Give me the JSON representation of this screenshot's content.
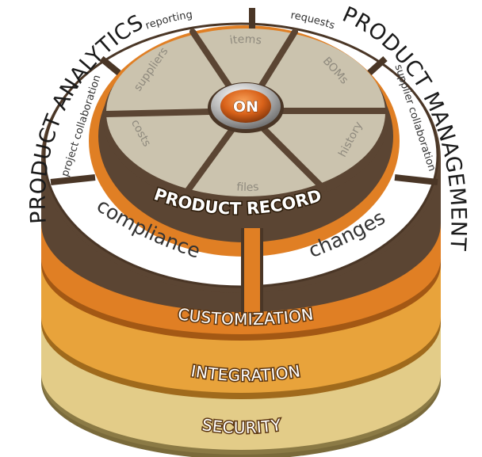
{
  "arc_titles": {
    "analytics": "PRODUCT ANALYTICS",
    "management": "PRODUCT MANAGEMENT"
  },
  "outer_ring": {
    "reporting": "reporting",
    "requests": "requests",
    "project_collaboration": "project collaboration",
    "supplier_collaboration": "supplier collaboration",
    "compliance": "compliance",
    "changes": "changes"
  },
  "inner_segments": {
    "items": "items",
    "boms": "BOMs",
    "history": "history",
    "files": "files",
    "costs": "costs",
    "suppliers": "suppliers"
  },
  "center_button": "ON",
  "product_record": "PRODUCT RECORD",
  "layers": {
    "customization": "CUSTOMIZATION",
    "integration": "INTEGRATION",
    "security": "SECURITY"
  },
  "colors": {
    "customization": "#e07f24",
    "integration": "#e8a33b",
    "security": "#e3cc88",
    "segment_fill": "#cbc3ae",
    "frame_brown": "#5b4533",
    "on_button": "#d96a1a"
  }
}
